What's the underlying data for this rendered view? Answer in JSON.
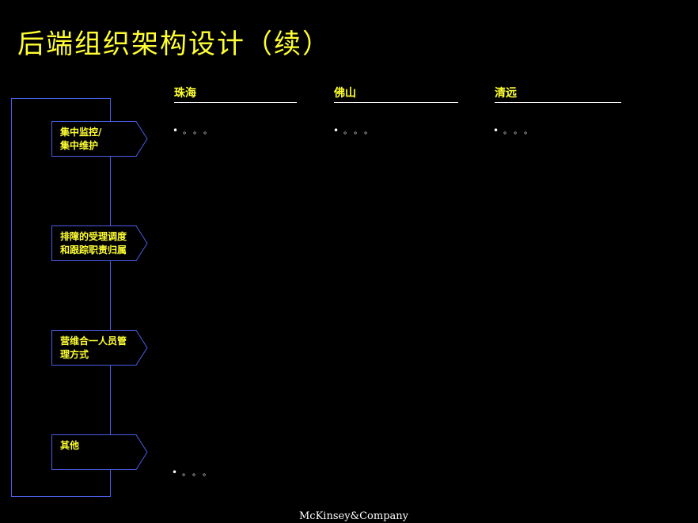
{
  "title": "后端组织架构设计（续）",
  "columns": [
    {
      "header": "珠海",
      "bullet": "。。。"
    },
    {
      "header": "佛山",
      "bullet": "。。。"
    },
    {
      "header": "清远",
      "bullet": "。。。"
    }
  ],
  "categories": [
    {
      "label": "集中监控/\n集中维护"
    },
    {
      "label": "排障的受理调度\n和跟踪职责归属"
    },
    {
      "label": "营维合一人员管\n理方式"
    },
    {
      "label": "其他"
    }
  ],
  "other_bullet": "。。。",
  "bullet_glyph": "•",
  "footer": "McKinsey&Company",
  "colors": {
    "title": "#ffff33",
    "frame": "#4a5ee8",
    "text": "#ffffff"
  }
}
